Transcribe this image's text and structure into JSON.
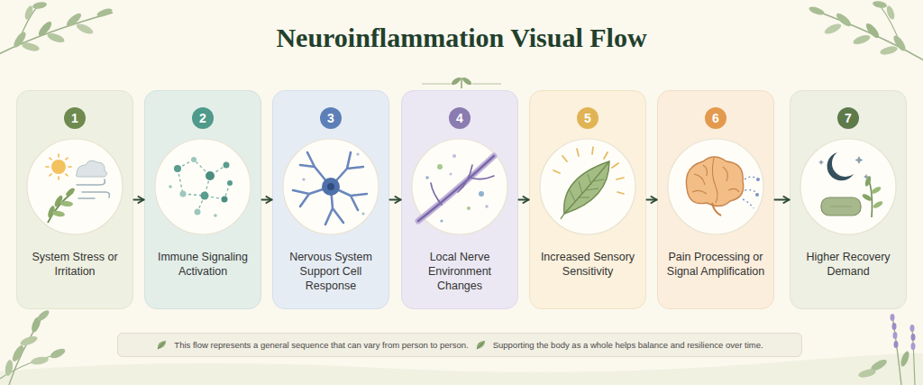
{
  "diagram": {
    "title": "Neuroinflammation Visual Flow",
    "nodes": [
      {
        "text": [
          "1",
          "System Stress or Irritation"
        ]
      },
      {
        "text": [
          "2",
          "Immune Signaling Activation"
        ]
      },
      {
        "text": [
          "3",
          "Nervous System Support Cell Response"
        ]
      },
      {
        "text": [
          "4",
          "Local Nerve Environment Changes"
        ]
      },
      {
        "text": [
          "5",
          "Increased Sensory Sensitivity"
        ]
      },
      {
        "text": [
          "6",
          "Pain Processing or Signal Amplification"
        ]
      },
      {
        "text": [
          "7",
          "Higher Recovery Demand"
        ]
      },
      {
        "text": [
          "This flow represents a general sequence that can vary from person to person.",
          "Supporting the body as a whole helps balance and resilience over time."
        ]
      }
    ],
    "edges": [
      {
        "from": 0,
        "to": 1,
        "arrow": "to"
      },
      {
        "from": 1,
        "to": 2,
        "arrow": "to"
      },
      {
        "from": 2,
        "to": 3,
        "arrow": "to"
      },
      {
        "from": 3,
        "to": 4,
        "arrow": "to"
      },
      {
        "from": 4,
        "to": 5,
        "arrow": "to"
      },
      {
        "from": 5,
        "to": 6,
        "arrow": "to"
      }
    ]
  }
}
